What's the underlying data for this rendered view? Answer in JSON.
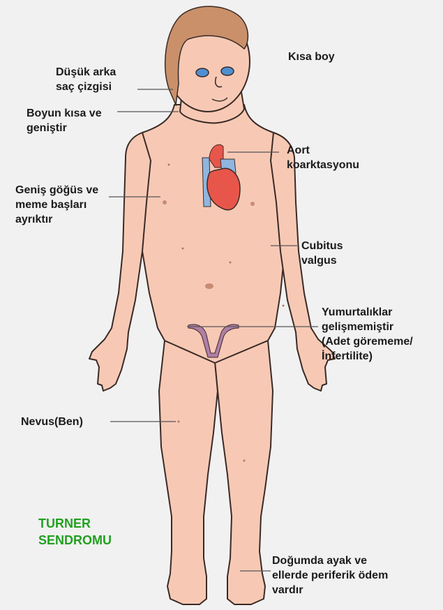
{
  "title": [
    "TURNER",
    "SENDROMU"
  ],
  "labels": {
    "short_stature": [
      "Kısa boy"
    ],
    "hairline": [
      "Düşük arka",
      "saç çizgisi"
    ],
    "neck": [
      "Boyun kısa ve",
      "geniştir"
    ],
    "chest": [
      "Geniş göğüs ve",
      "meme başları",
      "ayrıktır"
    ],
    "nevus": [
      "Nevus(Ben)"
    ],
    "aorta": [
      "Aort",
      "koarktasyonu"
    ],
    "cubitus": [
      "Cubitus",
      "valgus"
    ],
    "ovaries": [
      "Yumurtalıklar",
      "gelişmemiştir",
      "(Adet görememe/",
      "İnfertilite)"
    ],
    "edema": [
      "Doğumda ayak ve",
      "ellerde periferik ödem",
      "vardır"
    ]
  },
  "colors": {
    "skin": "#f7c9b5",
    "skin_outline": "#3a2a26",
    "hair": "#c9906a",
    "heart": "#e8564b",
    "vessel_blue": "#8fb6df",
    "ovary": "#b07fa6",
    "title_green": "#22a021",
    "label_text": "#1b1b1b"
  }
}
